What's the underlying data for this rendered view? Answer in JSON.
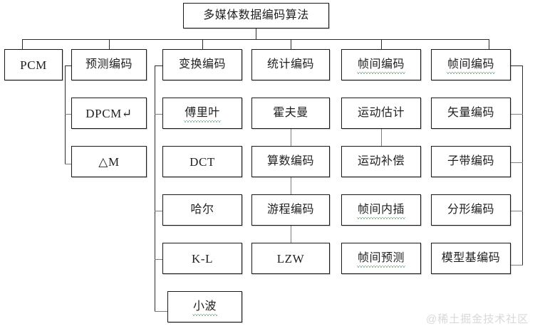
{
  "diagram": {
    "type": "tree",
    "title": "多媒体数据编码算法",
    "watermark": "@稀土掘金技术社区",
    "colors": {
      "box_border": "#1a1a1a",
      "connector": "#2b2b2b",
      "connector_grey": "#7d7d7d",
      "text": "#1f1f1f",
      "spellcheck_underline": "#1f8a3b",
      "background": "#ffffff",
      "watermark": "#d8d8d8"
    },
    "columns": [
      {
        "id": "col1",
        "header": "PCM",
        "children": []
      },
      {
        "id": "col2",
        "header": "预测编码",
        "children": [
          "DPCM↵",
          "△M"
        ]
      },
      {
        "id": "col3",
        "header": "变换编码",
        "children": [
          "傅里叶",
          "DCT",
          "哈尔",
          "K-L",
          "小波"
        ]
      },
      {
        "id": "col4",
        "header": "统计编码",
        "children": [
          "霍夫曼",
          "算数编码",
          "游程编码",
          "LZW"
        ]
      },
      {
        "id": "col5",
        "header": "帧间编码",
        "children": [
          "运动估计",
          "运动补偿",
          "帧间内插",
          "帧间预测"
        ]
      },
      {
        "id": "col6",
        "header": "帧间编码",
        "children": [
          "矢量编码",
          "子带编码",
          "分形编码",
          "模型基编码"
        ]
      }
    ],
    "nodes": {
      "title": "多媒体数据编码算法",
      "pcm": "PCM",
      "yuce": "预测编码",
      "dpcm": "DPCM↵",
      "deltam": "△M",
      "bianhuan": "变换编码",
      "fuliye": "傅里叶",
      "dct": "DCT",
      "haer": "哈尔",
      "kl": "K-L",
      "xiaobo": "小波",
      "tongji": "统计编码",
      "huofuman": "霍夫曼",
      "suanshu": "算数编码",
      "youcheng": "游程编码",
      "lzw": "LZW",
      "zhenjian1": "帧间编码",
      "yundongguji": "运动估计",
      "yundongbuchang": "运动补偿",
      "zhenjianneicha": "帧间内插",
      "zhenjianyuce": "帧间预测",
      "zhenjian2": "帧间编码",
      "shiliang": "矢量编码",
      "zidai": "子带编码",
      "fenxing": "分形编码",
      "moxingji": "模型基编码"
    }
  }
}
